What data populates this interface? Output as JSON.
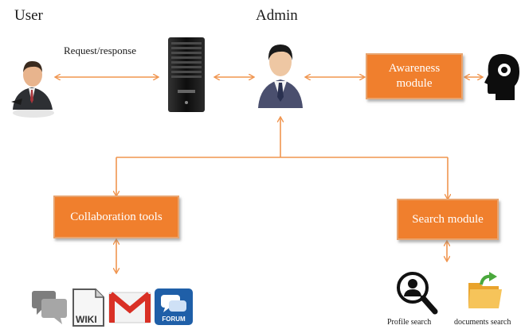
{
  "labels": {
    "user": "User",
    "admin": "Admin",
    "request_response": "Request/response",
    "profile_search": "Profile search",
    "documents_search": "documents search"
  },
  "modules": {
    "awareness": "Awareness module",
    "collaboration": "Collaboration tools",
    "search": "Search module"
  },
  "tool_icons": {
    "wiki": "WIKI",
    "forum": "FORUM"
  },
  "colors": {
    "module_fill": "#f07f2d",
    "connector": "#f0954f"
  },
  "icons": [
    "user-person-icon",
    "server-icon",
    "admin-person-icon",
    "head-brain-icon",
    "chat-icon",
    "wiki-icon",
    "gmail-icon",
    "forum-icon",
    "profile-search-icon",
    "folder-icon"
  ]
}
